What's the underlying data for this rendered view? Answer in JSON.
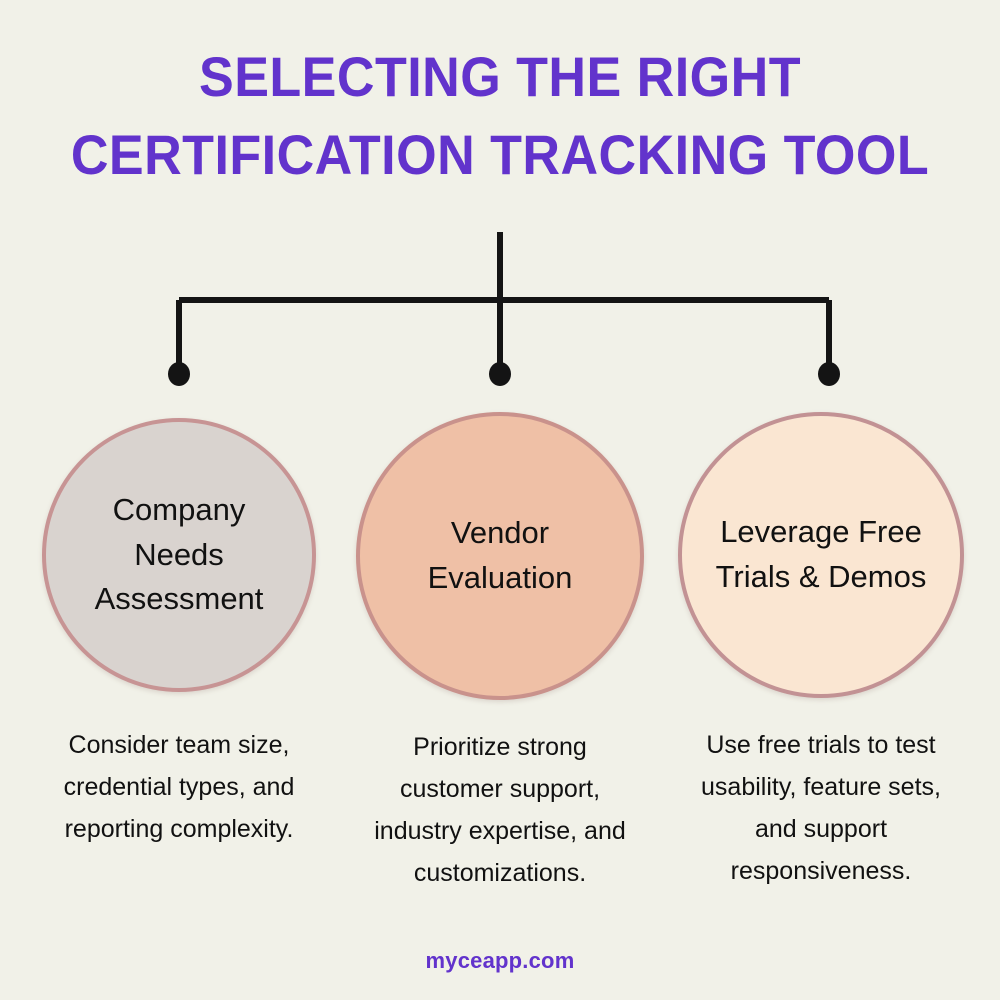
{
  "background_color": "#F1F1E8",
  "accent_color": "#6233CC",
  "title": {
    "line1": "SELECTING THE RIGHT",
    "line2": "CERTIFICATION TRACKING TOOL"
  },
  "connector": {
    "line_color": "#141414"
  },
  "columns": [
    {
      "circle_label": "Company\nNeeds\nAssessment",
      "circle_fill": "#D9D3CF",
      "circle_border": "#C79494",
      "caption": "Consider team size,\ncredential types, and\nreporting complexity."
    },
    {
      "circle_label": "Vendor\nEvaluation",
      "circle_fill": "#EFC0A6",
      "circle_border": "#C9928C",
      "caption": "Prioritize strong\ncustomer support,\nindustry expertise, and\ncustomizations."
    },
    {
      "circle_label": "Leverage Free\nTrials & Demos",
      "circle_fill": "#FAE6D2",
      "circle_border": "#C29294",
      "caption": "Use free trials to test\nusability, feature sets,\nand support\nresponsiveness."
    }
  ],
  "footer": {
    "website": "myceapp.com"
  }
}
